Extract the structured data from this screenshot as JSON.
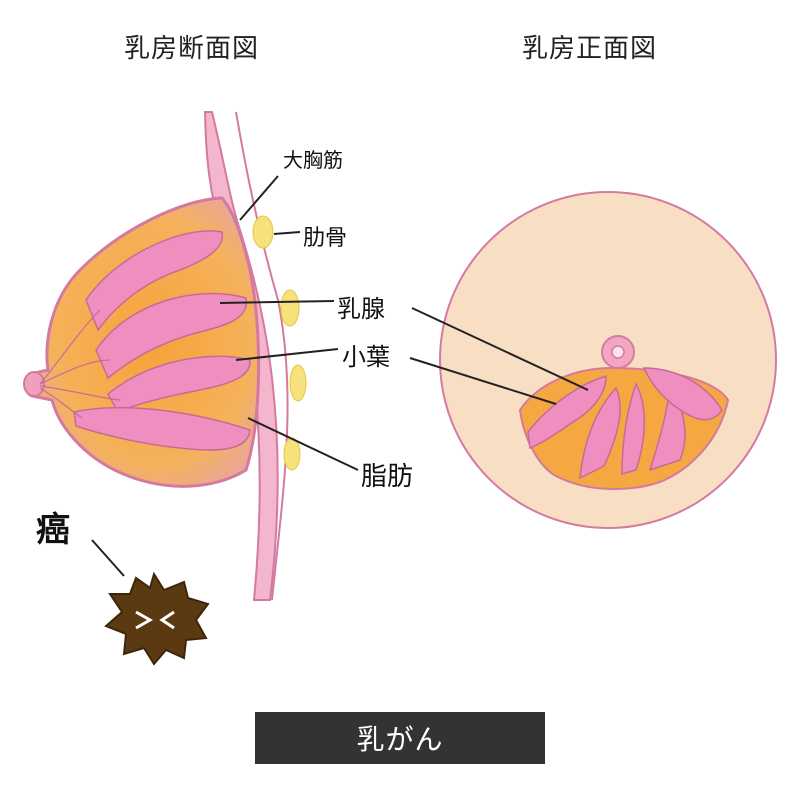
{
  "titles": {
    "cross_section": "乳房断面図",
    "front_view": "乳房正面図"
  },
  "labels": {
    "pectoral_muscle": "大胸筋",
    "rib": "肋骨",
    "mammary_gland": "乳腺",
    "lobule": "小葉",
    "fat": "脂肪",
    "cancer": "癌"
  },
  "caption": "乳がん",
  "colors": {
    "skin_outline": "#d47aa0",
    "muscle": "#f4b6cc",
    "fat_fill": "#f5a742",
    "gland": "#ef8fc0",
    "rib": "#f6e27a",
    "front_disc": "#f8dfc4",
    "tumor": "#5b3a12",
    "caption_bg": "#333333"
  }
}
